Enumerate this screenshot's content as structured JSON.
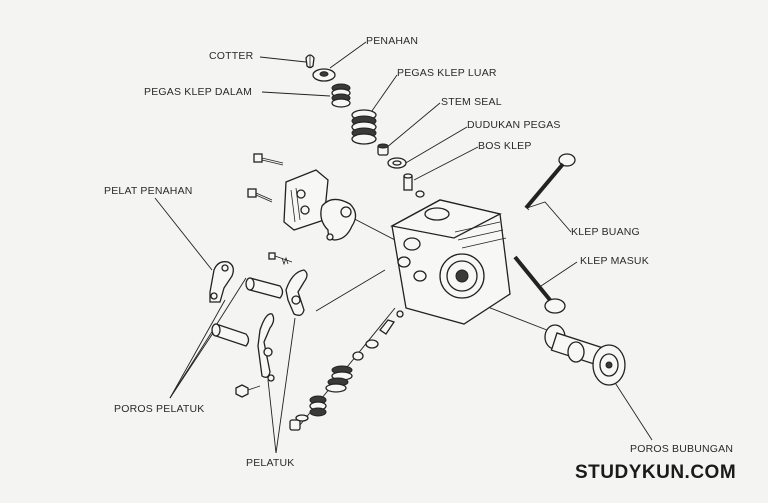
{
  "labels": {
    "cotter": "COTTER",
    "penahan": "PENAHAN",
    "pegas_klep_dalam": "PEGAS KLEP DALAM",
    "pegas_klep_luar": "PEGAS KLEP LUAR",
    "stem_seal": "STEM SEAL",
    "dudukan_pegas": "DUDUKAN PEGAS",
    "bos_klep": "BOS KLEP",
    "pelat_penahan": "PELAT PENAHAN",
    "klep_buang": "KLEP BUANG",
    "klep_masuk": "KLEP MASUK",
    "poros_pelatuk": "POROS PELATUK",
    "pelatuk": "PELATUK",
    "poros_bubungan": "POROS BUBUNGAN"
  },
  "brand": "STUDYKUN.COM",
  "colors": {
    "background": "#f4f4f2",
    "ink": "#222222"
  }
}
